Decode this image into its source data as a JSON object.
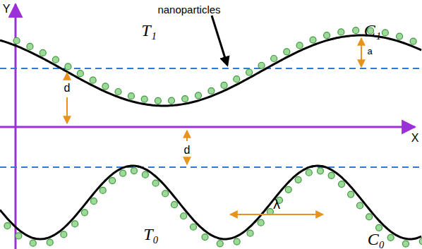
{
  "diagram": {
    "labels": [
      "Y",
      "X",
      "T₁",
      "nanoparticles",
      "C₁",
      "a",
      "d",
      "d",
      "T₀",
      "λ",
      "C₀"
    ]
  }
}
